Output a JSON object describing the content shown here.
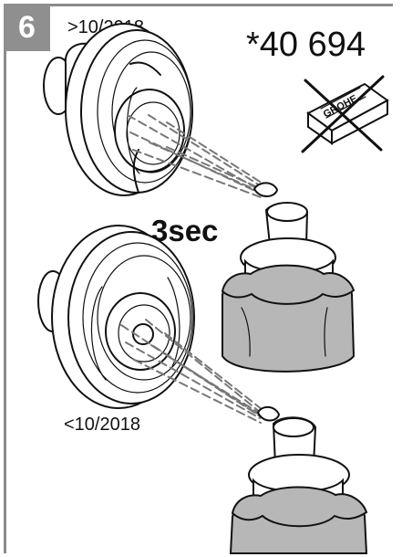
{
  "step": {
    "number": "6"
  },
  "labels": {
    "newer_version": ">10/2018",
    "part_number": "*40 694",
    "duration": "3sec",
    "older_version": "<10/2018",
    "prohibited_item_brand": "GROHE"
  },
  "icons": {
    "newer_part": "round-fitting-new-version-icon",
    "older_part": "round-fitting-old-version-icon",
    "spray_can_top": "spray-can-icon",
    "spray_can_bottom": "spray-can-icon",
    "prohibited": "crossed-out-grease-box-icon"
  },
  "colors": {
    "badge": "#8f8f8f",
    "frame": "#8a8a8a",
    "ink": "#111111",
    "spray": "#777777",
    "can_body": "#b7b7b7"
  }
}
